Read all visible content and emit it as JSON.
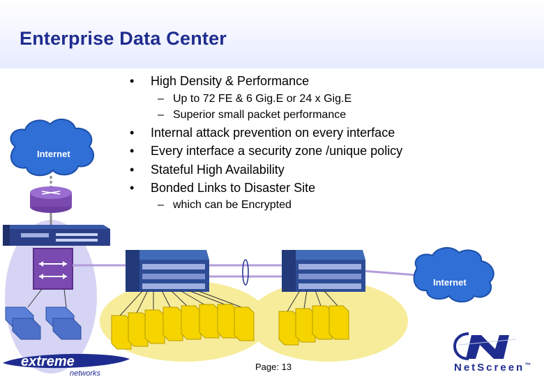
{
  "slide": {
    "title": "Enterprise Data Center",
    "bullets": [
      {
        "text": "High Density & Performance"
      },
      {
        "text": "Internal attack prevention on every interface"
      },
      {
        "text": "Every interface a security zone /unique policy"
      },
      {
        "text": "Stateful High Availability"
      },
      {
        "text": "Bonded Links to Disaster Site"
      }
    ],
    "subbullets_1": [
      "Up to 72 FE & 6 Gig.E or 24 x Gig.E",
      "Superior small packet performance"
    ],
    "subbullets_5": [
      "which can be Encrypted"
    ],
    "bullet_glyph": "•",
    "dash_glyph": "–",
    "page_label": "Page: 13"
  },
  "diagram": {
    "cloud_left_label": "Internet",
    "cloud_right_label": "Internet"
  },
  "branding": {
    "left_logo_text": "extreme",
    "left_logo_subtext": "networks",
    "right_logo_text": "NetScreen",
    "right_logo_tm": "™"
  },
  "colors": {
    "title": "#1f2c8f",
    "cloud": "#2f6fd6",
    "zone_lavender": "#d6d4f4",
    "zone_yellow": "#f7ec9a",
    "server_yellow": "#f5d400",
    "link_purple": "#b39ddb"
  }
}
